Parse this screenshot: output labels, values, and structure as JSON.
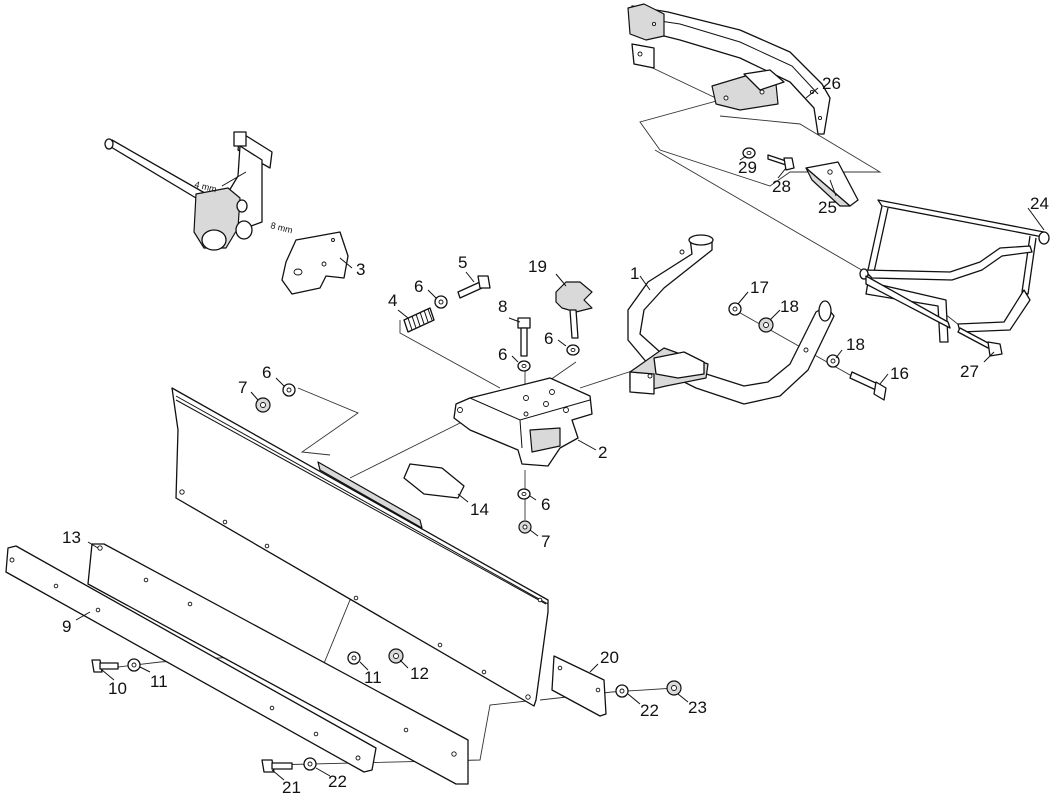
{
  "diagram": {
    "type": "exploded-parts-diagram",
    "callouts": [
      {
        "id": "c1",
        "label": "1"
      },
      {
        "id": "c2",
        "label": "2"
      },
      {
        "id": "c3",
        "label": "3"
      },
      {
        "id": "c4",
        "label": "4"
      },
      {
        "id": "c5",
        "label": "5"
      },
      {
        "id": "c6a",
        "label": "6"
      },
      {
        "id": "c6b",
        "label": "6"
      },
      {
        "id": "c6c",
        "label": "6"
      },
      {
        "id": "c6d",
        "label": "6"
      },
      {
        "id": "c6e",
        "label": "6"
      },
      {
        "id": "c7a",
        "label": "7"
      },
      {
        "id": "c7b",
        "label": "7"
      },
      {
        "id": "c8",
        "label": "8"
      },
      {
        "id": "c9",
        "label": "9"
      },
      {
        "id": "c10",
        "label": "10"
      },
      {
        "id": "c11a",
        "label": "11"
      },
      {
        "id": "c11b",
        "label": "11"
      },
      {
        "id": "c12",
        "label": "12"
      },
      {
        "id": "c13",
        "label": "13"
      },
      {
        "id": "c14",
        "label": "14"
      },
      {
        "id": "c16",
        "label": "16"
      },
      {
        "id": "c17",
        "label": "17"
      },
      {
        "id": "c18a",
        "label": "18"
      },
      {
        "id": "c18b",
        "label": "18"
      },
      {
        "id": "c19",
        "label": "19"
      },
      {
        "id": "c20",
        "label": "20"
      },
      {
        "id": "c21",
        "label": "21"
      },
      {
        "id": "c22a",
        "label": "22"
      },
      {
        "id": "c22b",
        "label": "22"
      },
      {
        "id": "c23",
        "label": "23"
      },
      {
        "id": "c24",
        "label": "24"
      },
      {
        "id": "c25",
        "label": "25"
      },
      {
        "id": "c26",
        "label": "26"
      },
      {
        "id": "c27",
        "label": "27"
      },
      {
        "id": "c28",
        "label": "28"
      },
      {
        "id": "c29",
        "label": "29"
      }
    ],
    "dimensions": {
      "rod_gap": "4 mm",
      "plate_gap": "8 mm"
    }
  }
}
